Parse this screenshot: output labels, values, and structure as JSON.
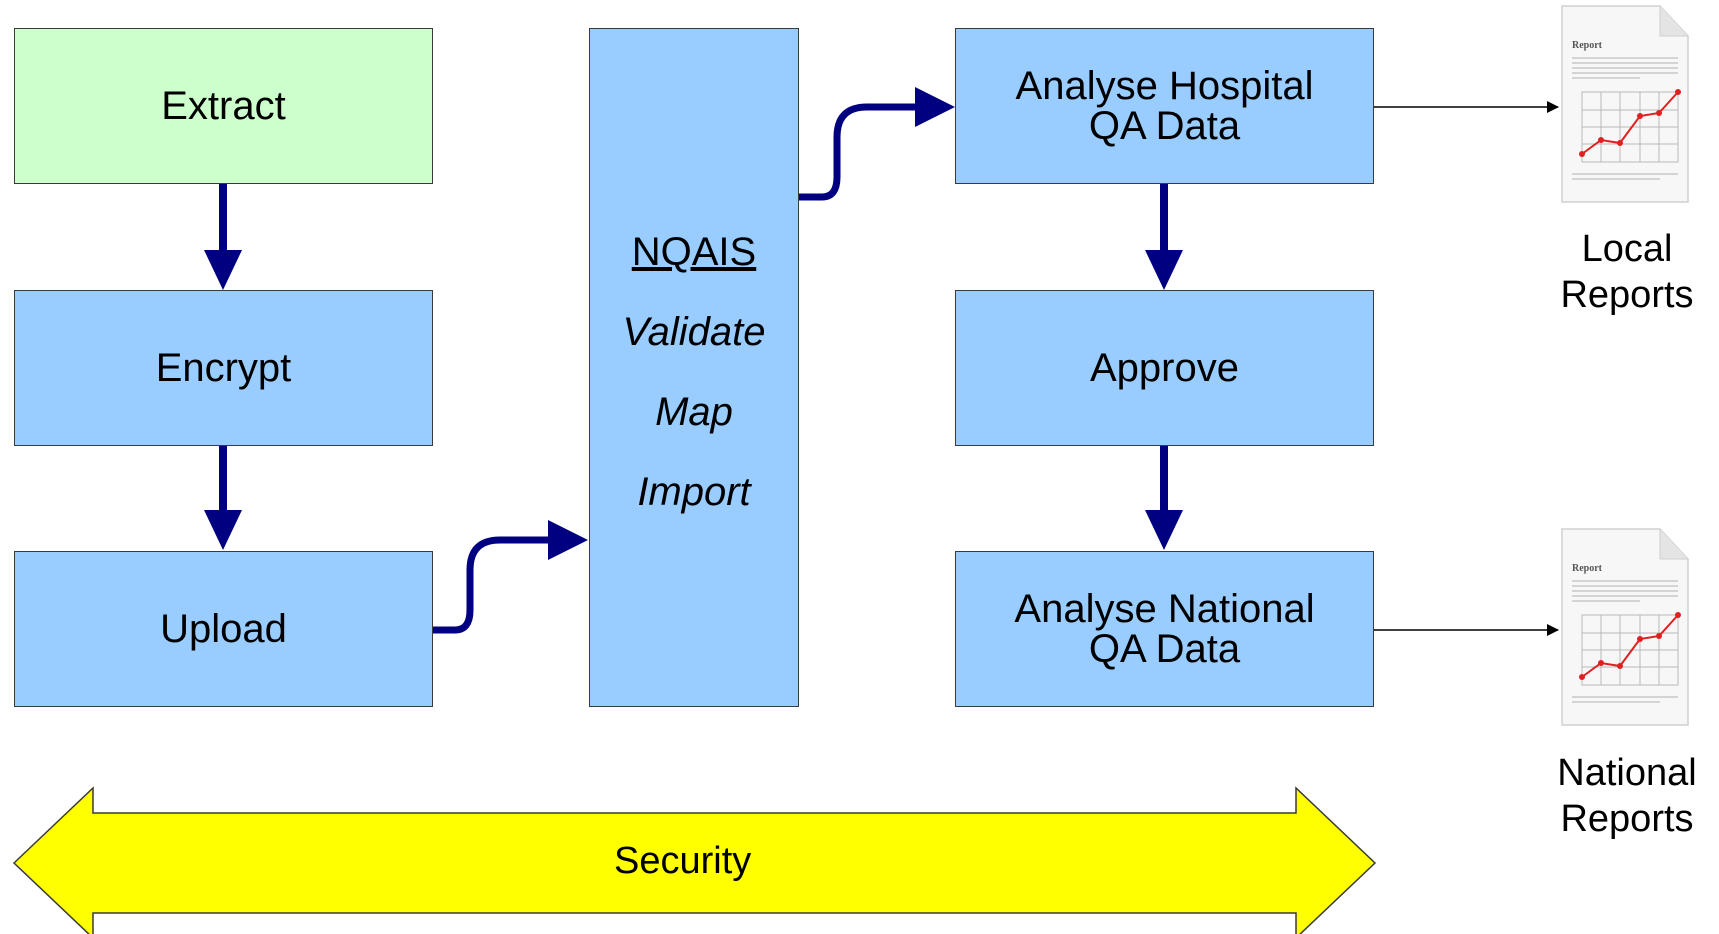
{
  "steps": {
    "extract": "Extract",
    "encrypt": "Encrypt",
    "upload": "Upload",
    "nqais_title": "NQAIS",
    "validate": "Validate",
    "map": "Map",
    "import": "Import",
    "analyse_hospital_line1": "Analyse Hospital",
    "analyse_hospital_line2": "QA Data",
    "approve": "Approve",
    "analyse_national_line1": "Analyse National",
    "analyse_national_line2": "QA Data"
  },
  "outputs": {
    "local_line1": "Local",
    "local_line2": "Reports",
    "national_line1": "National",
    "national_line2": "Reports",
    "doc_heading": "Report"
  },
  "security": "Security",
  "colors": {
    "green_box": "#ccffcc",
    "blue_box": "#99ccff",
    "arrow": "#000080",
    "security_band": "#ffff00",
    "chart_line": "#e02020"
  },
  "icons": [
    "report-document-icon",
    "report-document-icon"
  ]
}
